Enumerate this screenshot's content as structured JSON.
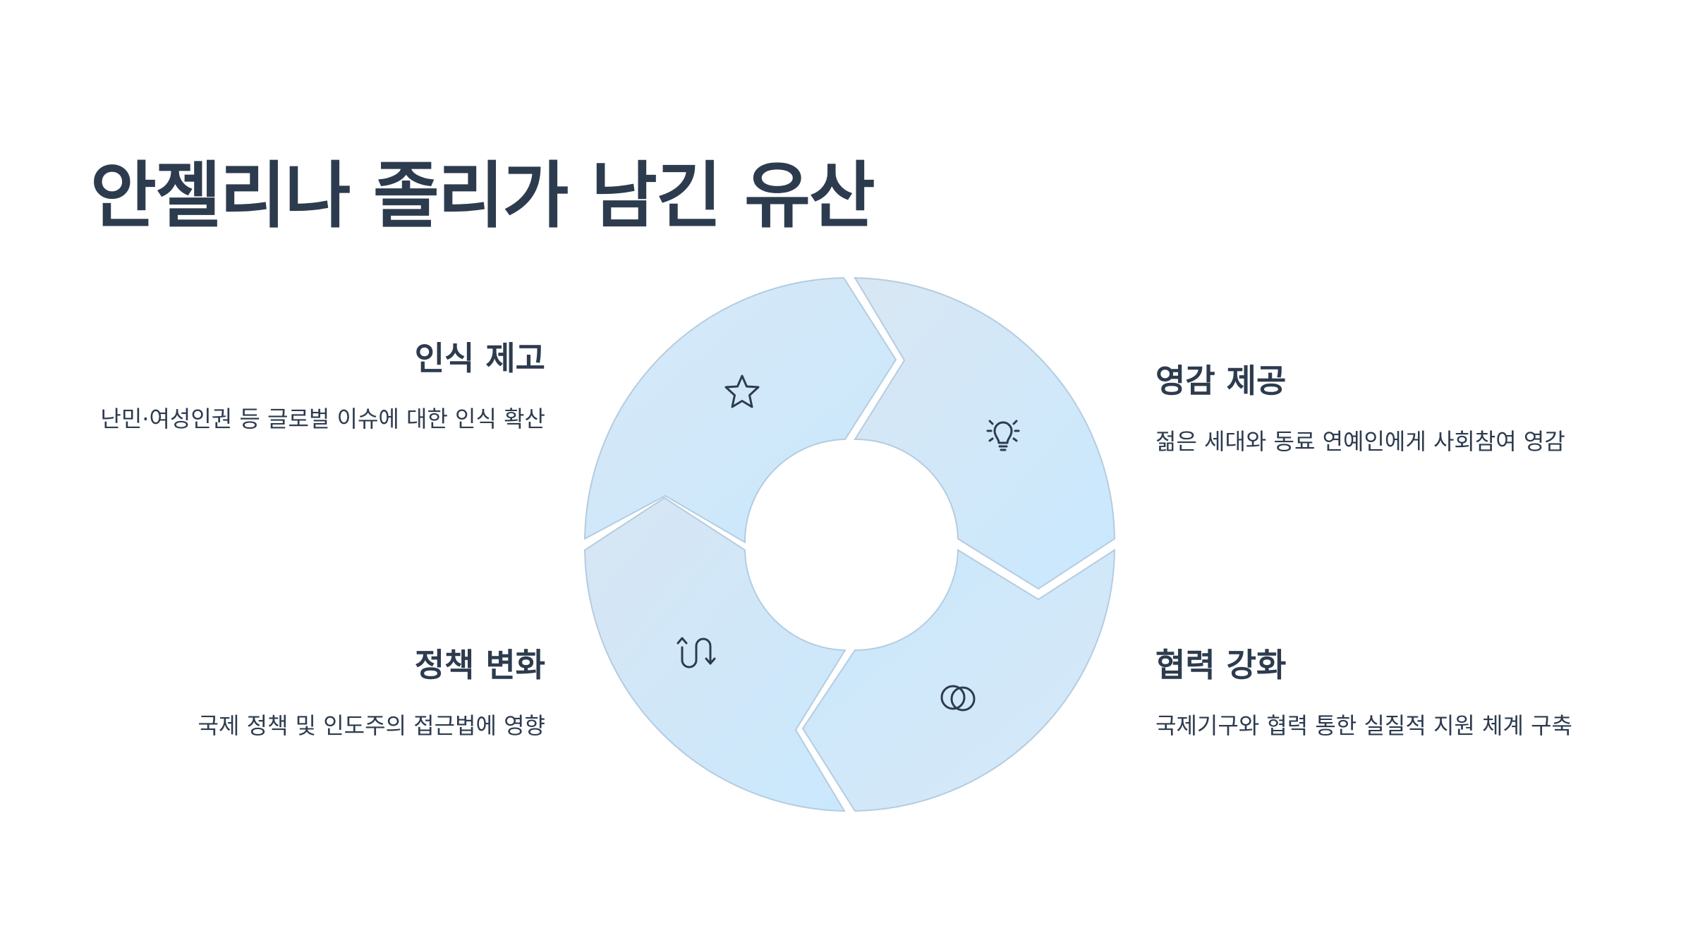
{
  "slide": {
    "title": "안젤리나 졸리가 남긴 유산"
  },
  "items": [
    {
      "id": "awareness",
      "title": "인식 제고",
      "description": "난민·여성인권 등 글로벌 이슈에 대한 인식 확산",
      "icon": "star-icon"
    },
    {
      "id": "inspiration",
      "title": "영감 제공",
      "description": "젊은 세대와 동료 연예인에게 사회참여 영감",
      "icon": "lightbulb-icon"
    },
    {
      "id": "cooperation",
      "title": "협력 강화",
      "description": "국제기구와 협력 통한 실질적 지원 체계 구축",
      "icon": "linked-circles-icon"
    },
    {
      "id": "policy",
      "title": "정책 변화",
      "description": "국제 정책 및 인도주의 접근법에 영향",
      "icon": "route-arrows-icon"
    }
  ],
  "colors": {
    "text": "#2d3b4e",
    "segment_light": "#d6e6f3",
    "segment_accent": "#cae8fd",
    "segment_stroke": "#b4cce0",
    "background": "#ffffff"
  }
}
